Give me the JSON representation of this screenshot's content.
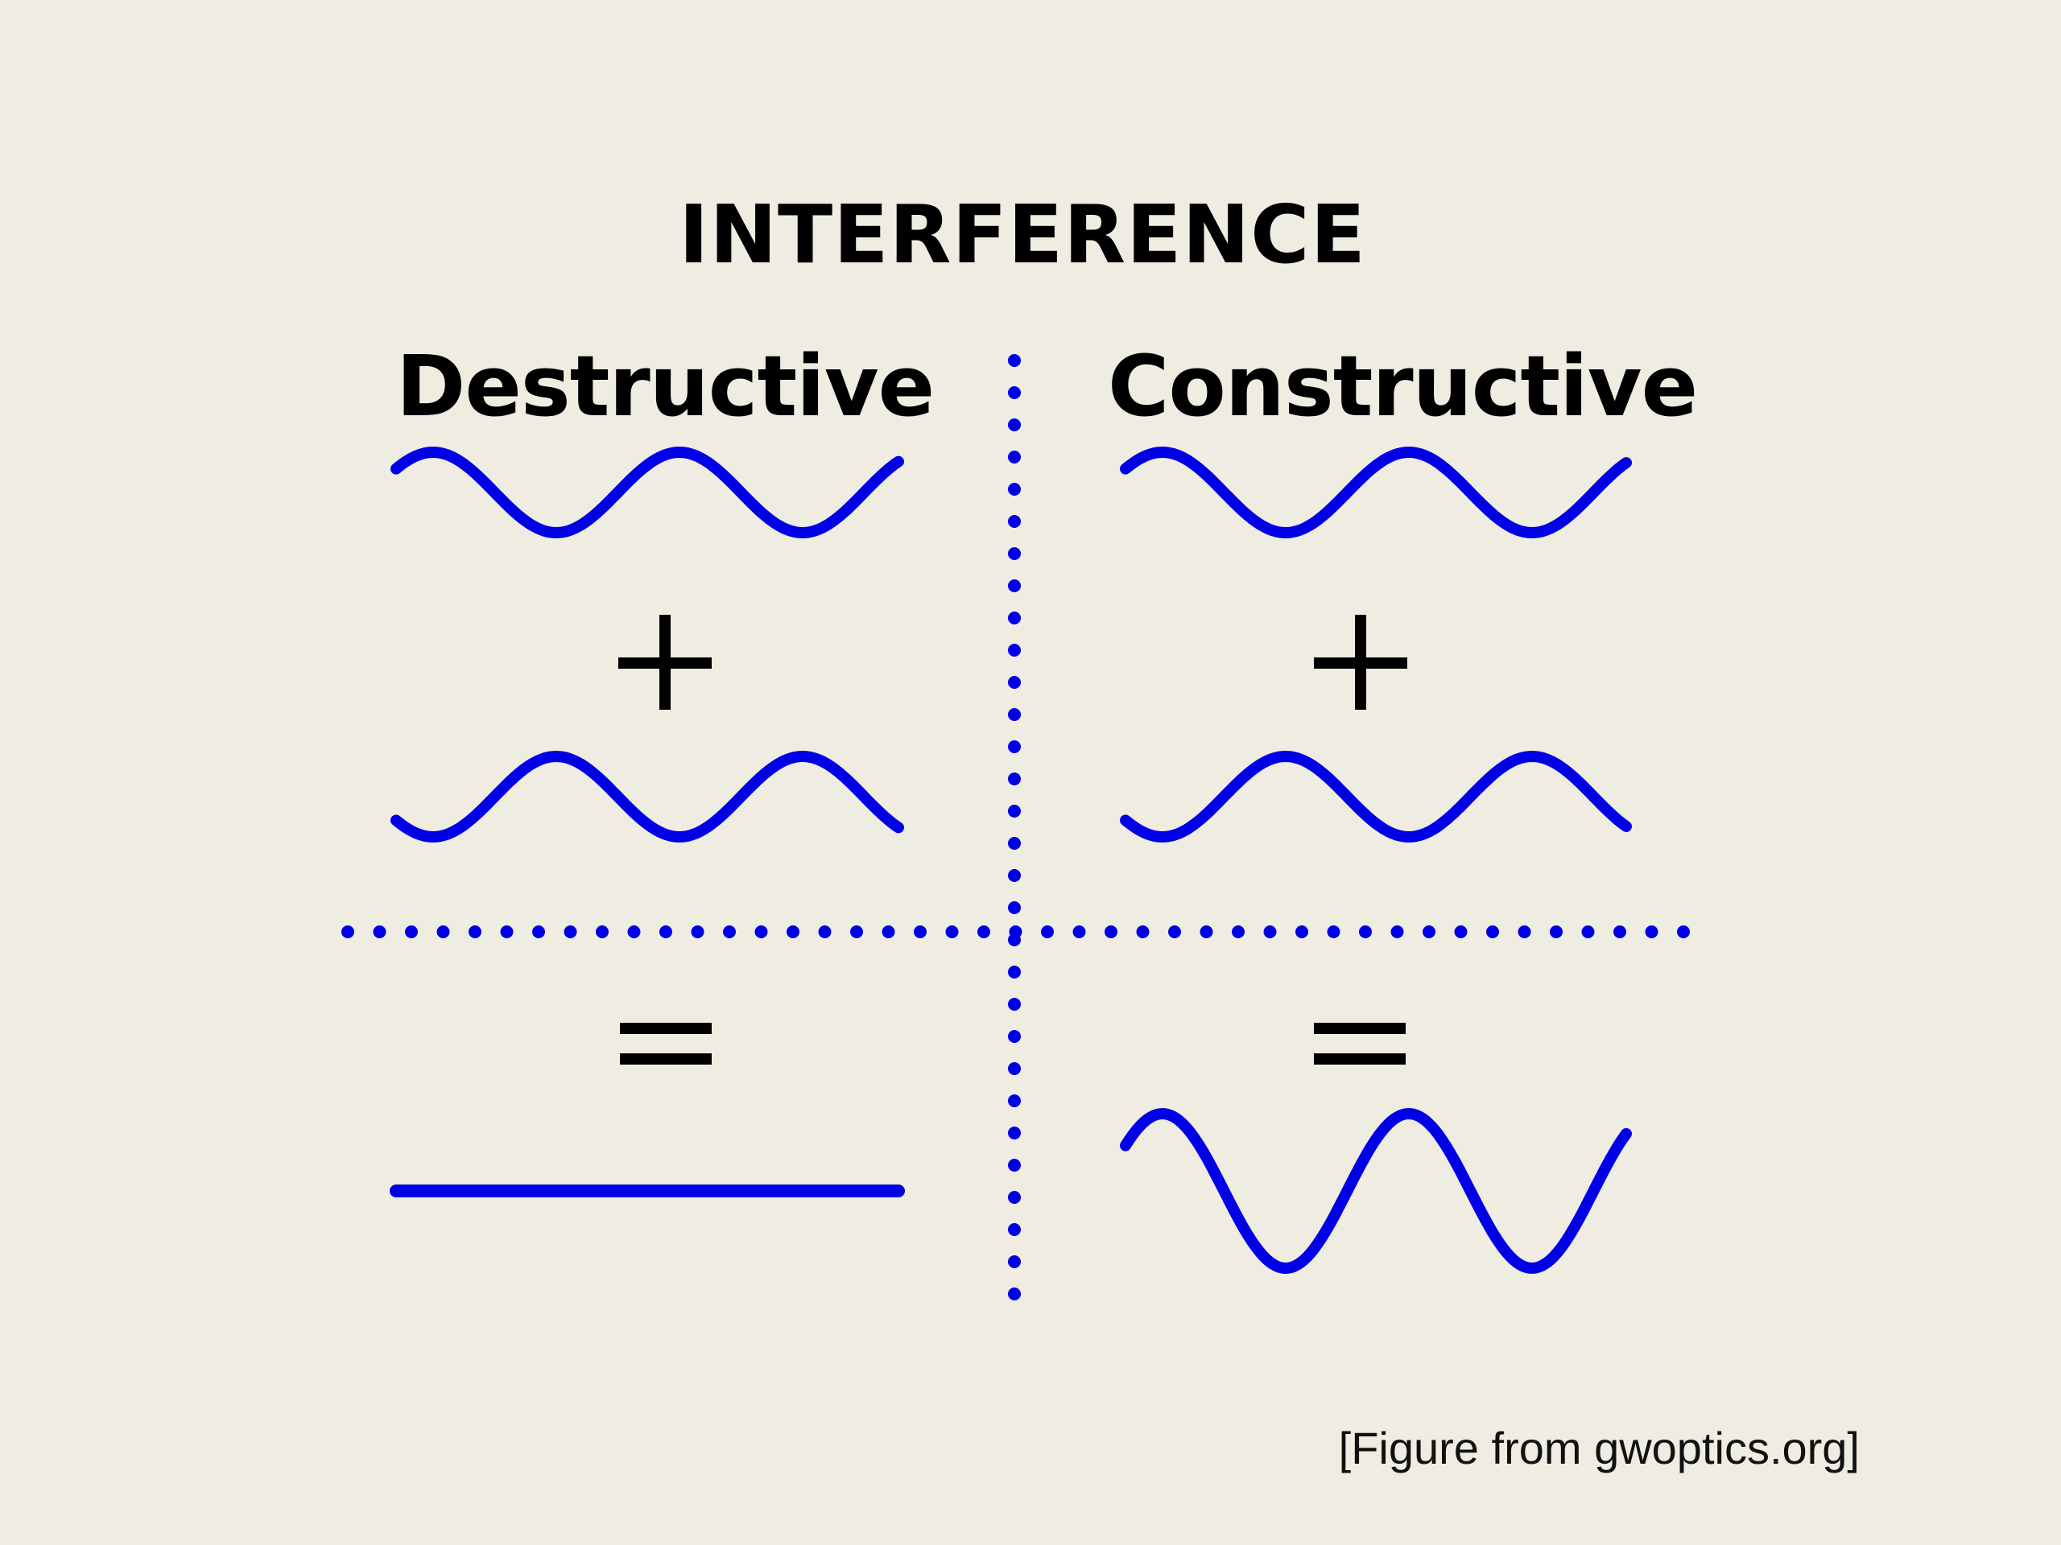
{
  "title": "INTERFERENCE",
  "columns": [
    {
      "heading": "Destructive"
    },
    {
      "heading": "Constructive"
    }
  ],
  "operators": {
    "plus": "+",
    "equals": "="
  },
  "caption": "[Figure from gwoptics.org]",
  "colors": {
    "wave": "#0000e6",
    "divider": "#0000e6",
    "text": "#000000",
    "background": "#efece2"
  }
}
